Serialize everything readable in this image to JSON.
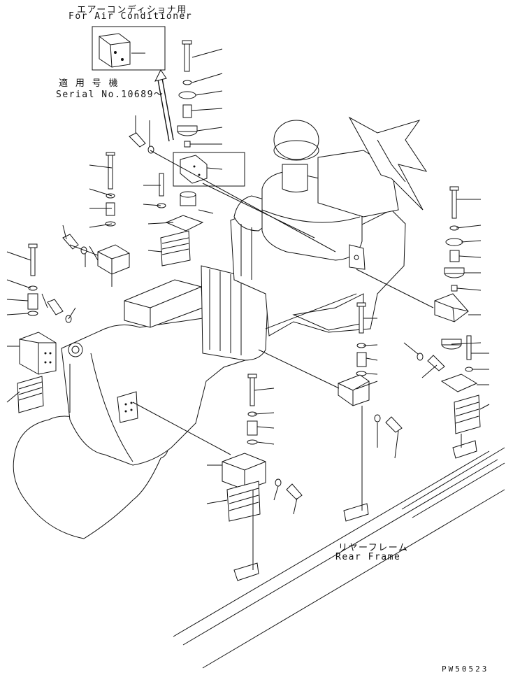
{
  "labels": {
    "ac_jp": "エアーコンディショナ用",
    "ac_en": "For Air Conditioner",
    "serial_jp": "適 用 号 機",
    "serial_en": "Serial No.10689～",
    "rear_jp": "リヤーフレーム",
    "rear_en": "Rear Frame",
    "drawing_no": "PW50523"
  }
}
